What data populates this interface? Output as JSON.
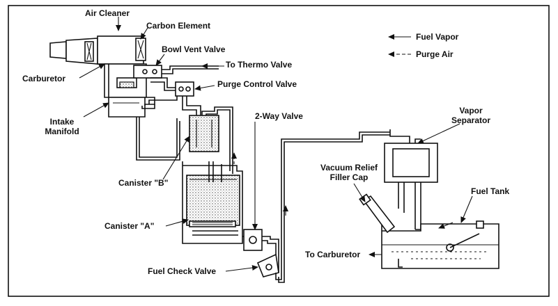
{
  "labels": {
    "air_cleaner": "Air Cleaner",
    "carbon_element": "Carbon Element",
    "bowl_vent_valve": "Bowl Vent Valve",
    "to_thermo_valve": "To Thermo Valve",
    "carburetor": "Carburetor",
    "purge_control_valve": "Purge Control Valve",
    "intake_manifold_1": "Intake",
    "intake_manifold_2": "Manifold",
    "two_way_valve": "2-Way Valve",
    "canister_b": "Canister \"B\"",
    "canister_a": "Canister \"A\"",
    "fuel_check_valve": "Fuel Check Valve",
    "vapor_separator_1": "Vapor",
    "vapor_separator_2": "Separator",
    "vacuum_relief_1": "Vacuum Relief",
    "vacuum_relief_2": "Filler Cap",
    "fuel_tank": "Fuel Tank",
    "to_carburetor": "To Carburetor"
  },
  "legend": {
    "fuel_vapor": "Fuel Vapor",
    "purge_air": "Purge Air"
  }
}
